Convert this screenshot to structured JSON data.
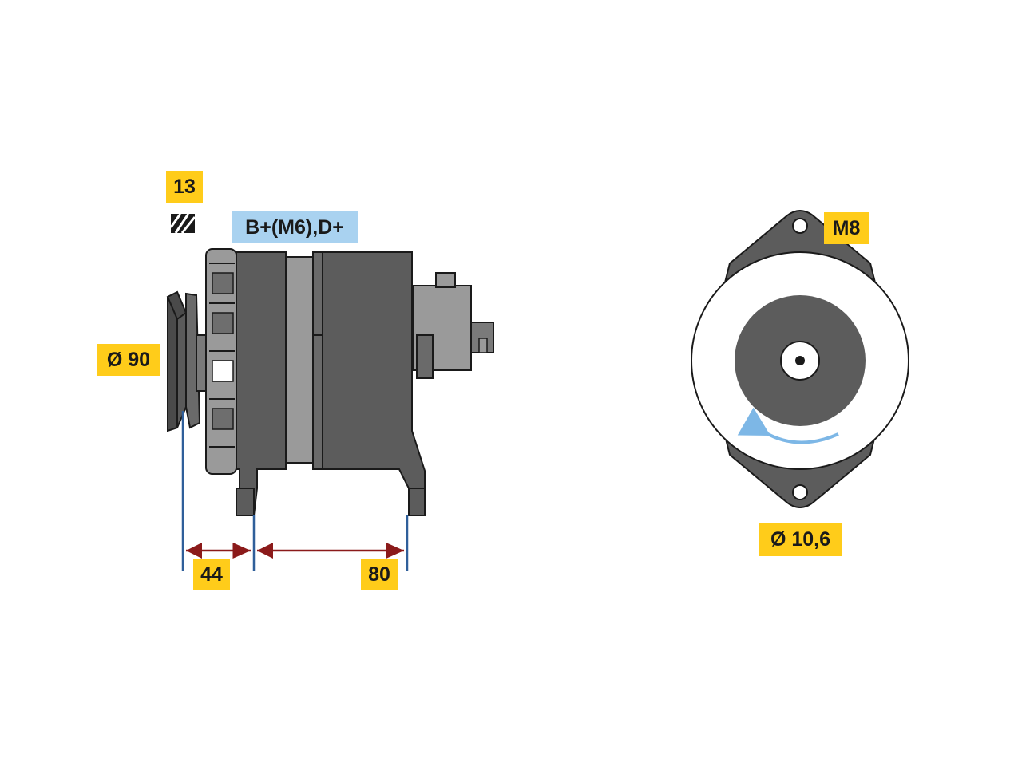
{
  "labels": {
    "quantity": "13",
    "connection": "B+(M6),D+",
    "pulley_diameter": "Ø 90",
    "dim_left": "44",
    "dim_right": "80",
    "mount_thread": "M8",
    "mount_hole": "Ø 10,6"
  },
  "icons": {
    "pulley_grooves": "hatched-stripes-icon",
    "rotation": "rotation-direction-arrow-icon"
  },
  "colors": {
    "label_yellow": "#ffcc1a",
    "label_blue": "#a9d2f0",
    "dimension_red": "#8b1a1a",
    "extension_blue": "#2f5f9a",
    "body_dark": "#5c5c5c",
    "body_light": "#9a9a9a",
    "rotation_arrow": "#7db7e6"
  }
}
